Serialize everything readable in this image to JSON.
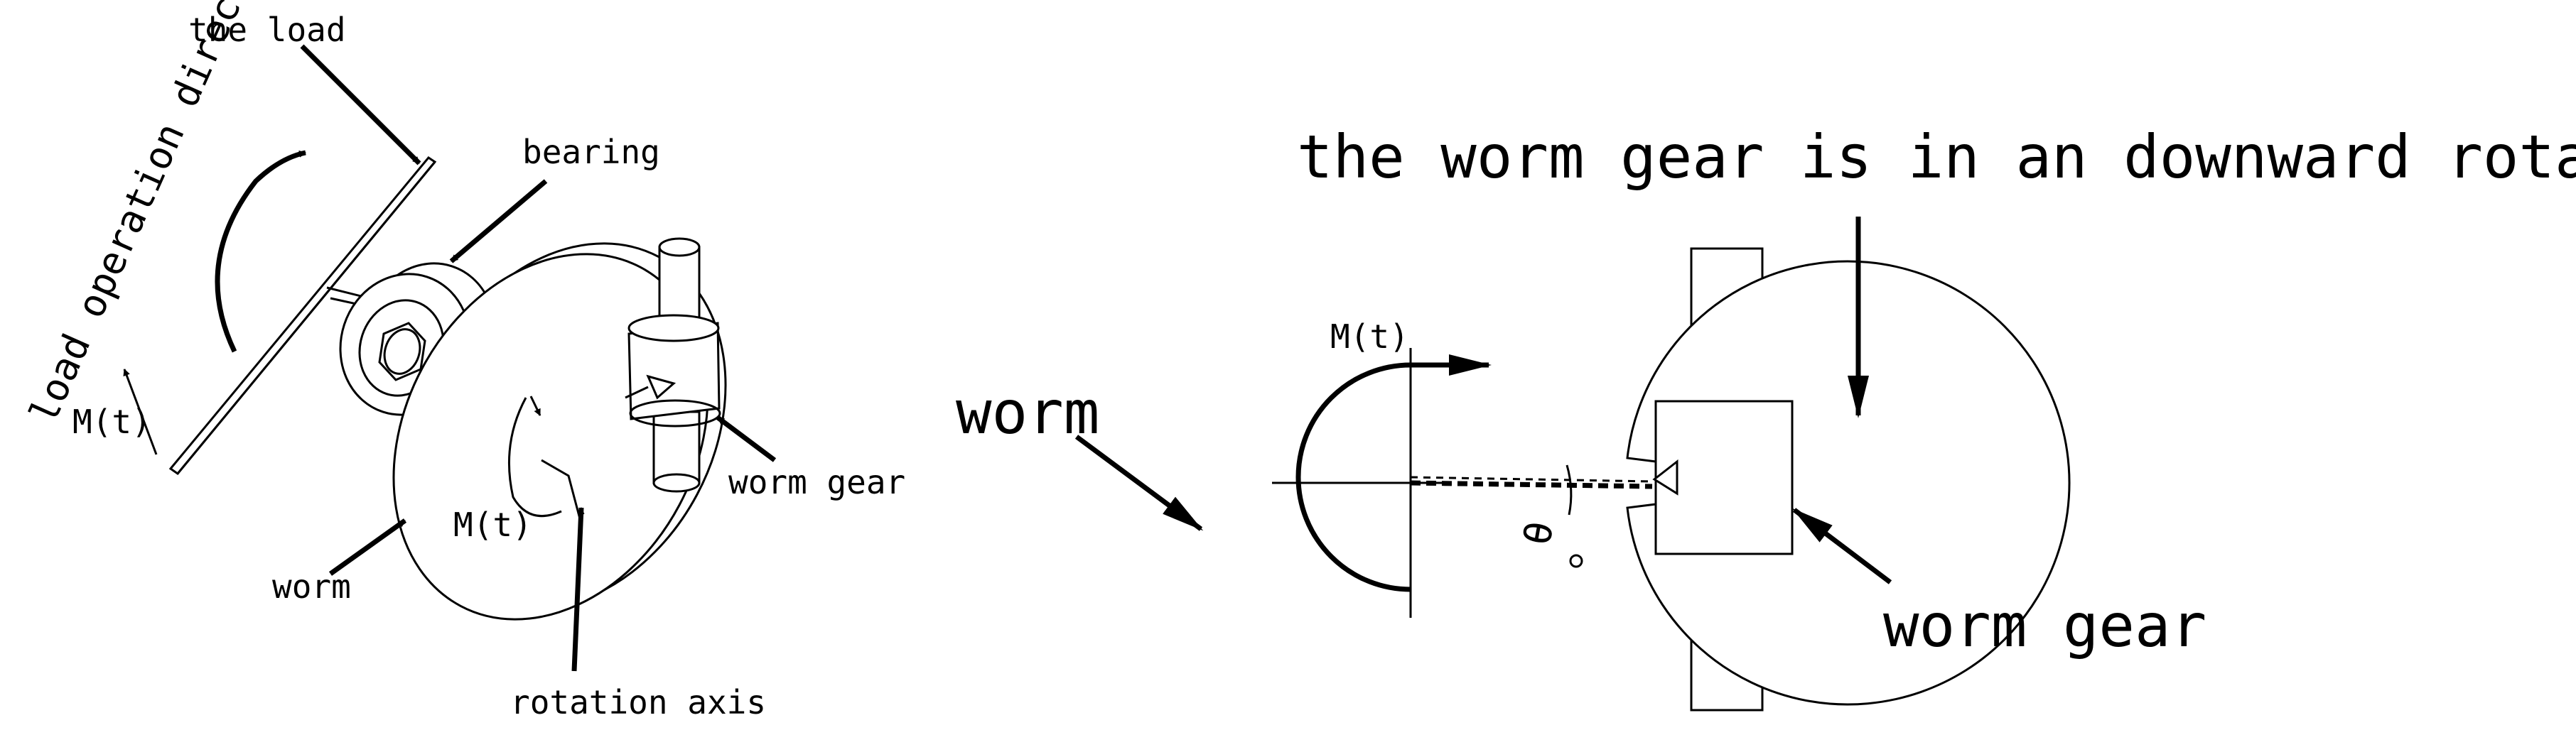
{
  "left_panel": {
    "labels": {
      "the_load": "the load",
      "load_direction": "load operation direction",
      "bearing": "bearing",
      "moment_load": "M(t)",
      "moment_worm": "M(t)",
      "worm": "worm",
      "worm_gear": "worm gear",
      "rotation_axis": "rotation axis"
    }
  },
  "right_panel": {
    "labels": {
      "title": "the worm gear is in an downward rotation state",
      "worm": "worm",
      "moment": "M(t)",
      "angle": "θ",
      "worm_gear": "worm gear"
    }
  }
}
